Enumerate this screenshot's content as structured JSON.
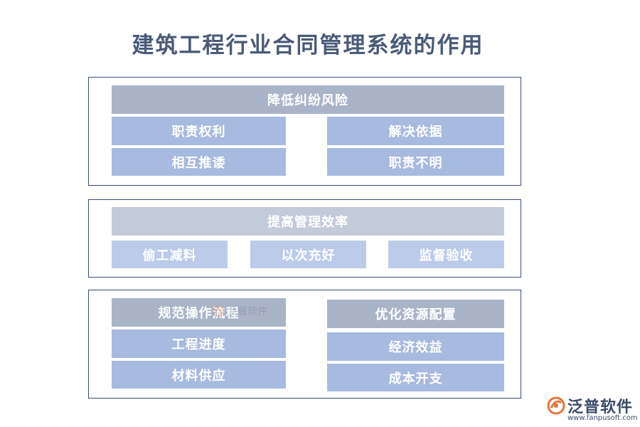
{
  "title": "建筑工程行业合同管理系统的作用",
  "section1": {
    "header": "降低纠纷风险",
    "items": [
      "职责权利",
      "解决依据",
      "相互推诿",
      "职责不明"
    ]
  },
  "section2": {
    "header": "提高管理效率",
    "items": [
      "偷工减料",
      "以次充好",
      "监督验收"
    ]
  },
  "section3": {
    "left_header": "规范操作流程",
    "left_items": [
      "工程进度",
      "材料供应"
    ],
    "right_header": "优化资源配置",
    "right_items": [
      "经济效益",
      "成本开支"
    ]
  },
  "watermark": "泛普软件",
  "logo": {
    "name": "泛普软件",
    "url": "www.fanpusoft.com"
  },
  "colors": {
    "panel_border": "#3c4a78",
    "header_dark": "#a9b4c8",
    "header_light": "#c3cad8",
    "item_blue": "#a7badf",
    "item_light": "#bccbea",
    "logo_orange": "#e8733a"
  }
}
